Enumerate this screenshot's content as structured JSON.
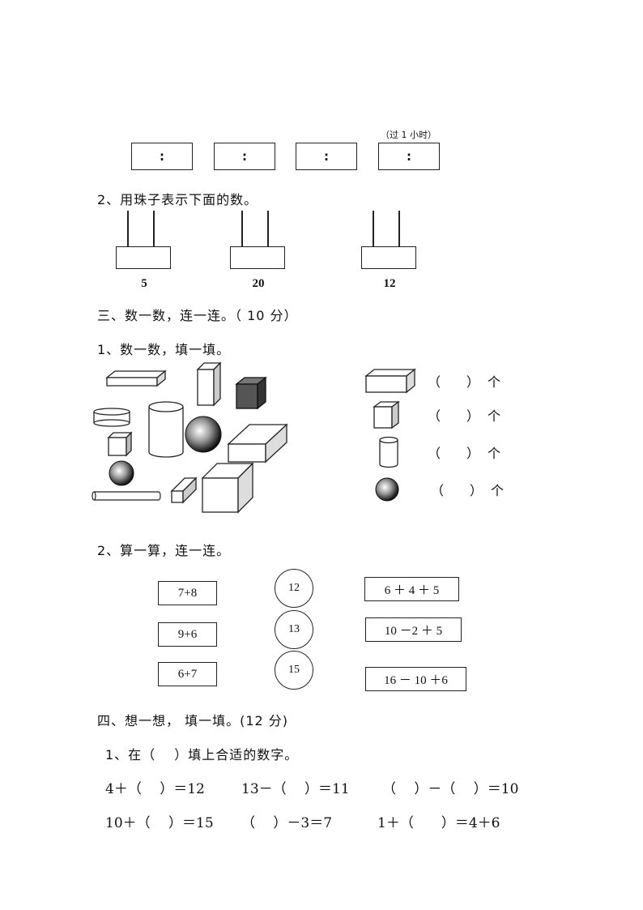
{
  "clocks": {
    "boxes": [
      ":",
      ":",
      ":",
      ":"
    ],
    "note": "（过 1 小时）"
  },
  "q2_beads": {
    "title": "2、用珠子表示下面的数。",
    "numbers": [
      "5",
      "20",
      "12"
    ]
  },
  "section3": {
    "title": "三、数一数，连一连。（ 10 分）",
    "q1_title": "1、数一数，填一填。",
    "count_rows": [
      {
        "shape": "cuboid-icon",
        "blank": "（　　）",
        "unit": "个"
      },
      {
        "shape": "cube-icon",
        "blank": "（　　）",
        "unit": "个"
      },
      {
        "shape": "cylinder-icon",
        "blank": "（　　）",
        "unit": "个"
      },
      {
        "shape": "sphere-icon",
        "blank": "（　　）",
        "unit": "个"
      }
    ],
    "q2_title": "2、算一算，连一连。",
    "left_exprs": [
      "7+8",
      "9+6",
      "6+7"
    ],
    "circles": [
      "12",
      "13",
      "15"
    ],
    "right_exprs": [
      "6 ＋ 4 ＋ 5",
      "10 －2 ＋ 5",
      "16 － 10 ＋6"
    ]
  },
  "section4": {
    "title": "四、想一想， 填一填。(12 分)",
    "q1_title": "1、在（　 ）填上合适的数字。",
    "row1": [
      "4＋（　 ）＝12",
      "13－（　 ）＝11",
      "（　 ）－（　 ）＝10"
    ],
    "row2": [
      "10＋（　 ）＝15",
      "（　 ）－3＝7",
      "1＋（　　）＝4＋6"
    ]
  }
}
